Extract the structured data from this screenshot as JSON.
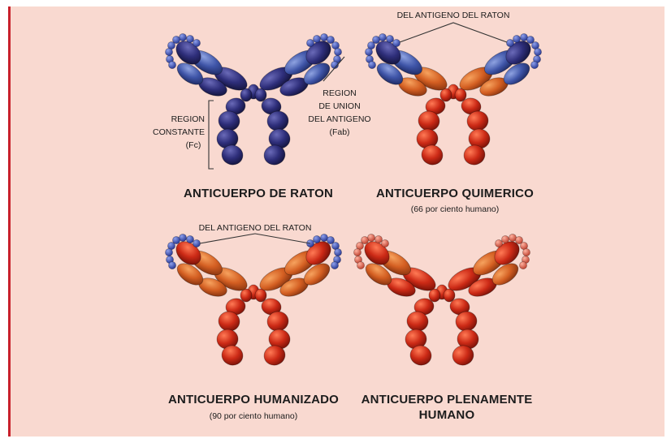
{
  "colors": {
    "background": "#f9d9d0",
    "left_accent": "#c8202b",
    "mouse_dark": "#2e2e7a",
    "mouse_mid": "#3f55a8",
    "mouse_dot": "#3a4fb0",
    "human_red": "#cc2a16",
    "human_orange": "#d45f22",
    "human_dot": "#e06f5e",
    "text": "#1c1c1c"
  },
  "panels": [
    {
      "title": "ANTICUERPO DE RATON",
      "subtitle": ""
    },
    {
      "title": "ANTICUERPO QUIMERICO",
      "subtitle": "(66 por ciento humano)"
    },
    {
      "title": "ANTICUERPO HUMANIZADO",
      "subtitle": "(90 por ciento humano)"
    },
    {
      "title": "ANTICUERPO PLENAMENTE",
      "subtitle": "HUMANO"
    }
  ],
  "callouts": {
    "mouse_antigen_top": "DEL ANTIGENO DEL RATON",
    "mouse_antigen_bottom": "DEL ANTIGENO DEL RATON",
    "constant_region": [
      "REGION",
      "CONSTANTE",
      "(Fc)"
    ],
    "binding_region": [
      "REGION",
      "DE UNION",
      "DEL ANTIGENO",
      "(Fab)"
    ]
  }
}
